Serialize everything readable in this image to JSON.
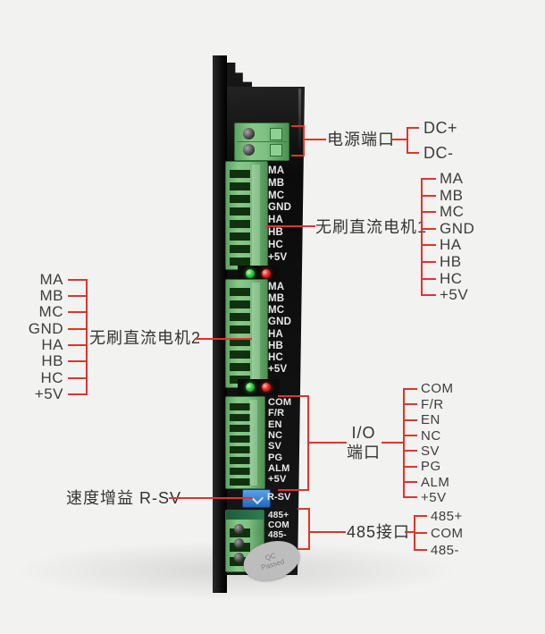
{
  "colors": {
    "background": "#f2f2f1",
    "annotation_red": "#e0342b",
    "board_black": "#111111",
    "connector_green": "#7dc081",
    "led_green": "#2ecc40",
    "led_red": "#e8281e",
    "potentiometer_blue": "#2e7fd6",
    "print_white": "#e8e8e8"
  },
  "board": {
    "print_motor1_pins": [
      "MA",
      "MB",
      "MC",
      "GND",
      "HA",
      "HB",
      "HC",
      "+5V"
    ],
    "print_motor2_pins": [
      "MA",
      "MB",
      "MC",
      "GND",
      "HA",
      "HB",
      "HC",
      "+5V"
    ],
    "print_io_pins": [
      "COM",
      "F/R",
      "EN",
      "NC",
      "SV",
      "PG",
      "ALM",
      "+5V"
    ],
    "print_rsv_label": "R-SV",
    "print_rs485_pins": [
      "485+",
      "COM",
      "485-"
    ],
    "qc_sticker": {
      "line1": "QC",
      "line2": "Passed"
    }
  },
  "annotations": {
    "power": {
      "label": "电源端口",
      "pins": [
        "DC+",
        "DC-"
      ]
    },
    "motor1": {
      "label": "无刷直流电机1",
      "pins": [
        "MA",
        "MB",
        "MC",
        "GND",
        "HA",
        "HB",
        "HC",
        "+5V"
      ]
    },
    "motor2": {
      "label": "无刷直流电机2",
      "pins": [
        "MA",
        "MB",
        "MC",
        "GND",
        "HA",
        "HB",
        "HC",
        "+5V"
      ]
    },
    "io": {
      "label_line1": "I/O",
      "label_line2": "端口",
      "pins": [
        "COM",
        "F/R",
        "EN",
        "NC",
        "SV",
        "PG",
        "ALM",
        "+5V"
      ]
    },
    "gain": {
      "label": "速度增益 R-SV"
    },
    "rs485": {
      "label": "485接口",
      "pins": [
        "485+",
        "COM",
        "485-"
      ]
    }
  }
}
